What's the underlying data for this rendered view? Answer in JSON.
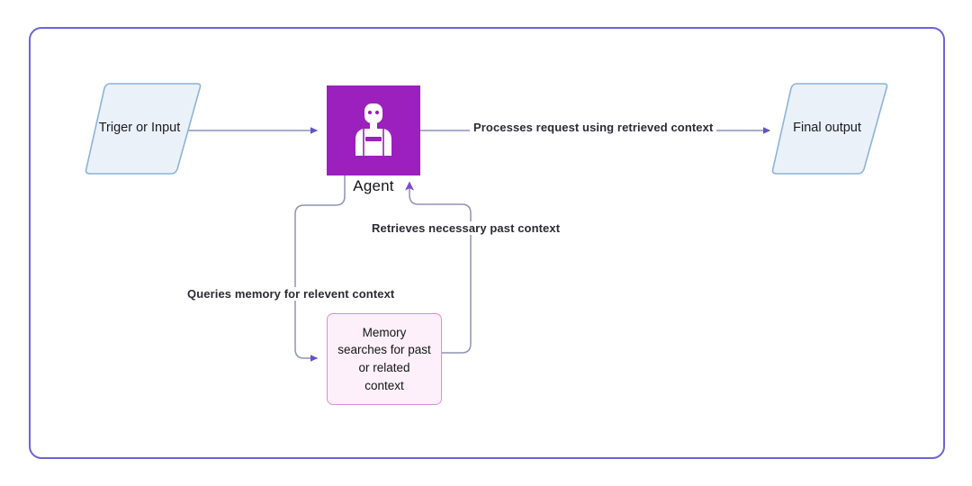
{
  "diagram": {
    "title_present": false,
    "frame_color": "#6c63d8",
    "background": "#ffffff",
    "nodes": [
      {
        "id": "trigger",
        "label": "Triger or Input",
        "shape": "parallelogram",
        "fill": "#eaf1f9",
        "stroke": "#8cb4d6"
      },
      {
        "id": "agent",
        "label": "Agent",
        "shape": "square-icon",
        "fill": "#9b20bd",
        "icon": "robot-icon"
      },
      {
        "id": "memory",
        "label": "Memory\nsearches for past\nor related\ncontext",
        "shape": "rounded-rect",
        "fill": "#fdf0fa",
        "stroke": "#e58bd0"
      },
      {
        "id": "output",
        "label": "Final output",
        "shape": "parallelogram",
        "fill": "#eaf1f9",
        "stroke": "#8cb4d6"
      }
    ],
    "edges": [
      {
        "id": "trigger-to-agent",
        "from": "trigger",
        "to": "agent",
        "label": "",
        "arrow_color": "#6a5fd0"
      },
      {
        "id": "agent-to-output",
        "from": "agent",
        "to": "output",
        "label": "Processes request using retrieved context",
        "arrow_color": "#6a5fd0"
      },
      {
        "id": "agent-to-memory",
        "from": "agent",
        "to": "memory",
        "label": "Queries memory for relevent context",
        "arrow_color": "#6a5fd0"
      },
      {
        "id": "memory-to-agent",
        "from": "memory",
        "to": "agent",
        "label": "Retrieves necessary past context",
        "arrow_color": "#7b4fd8"
      }
    ]
  }
}
